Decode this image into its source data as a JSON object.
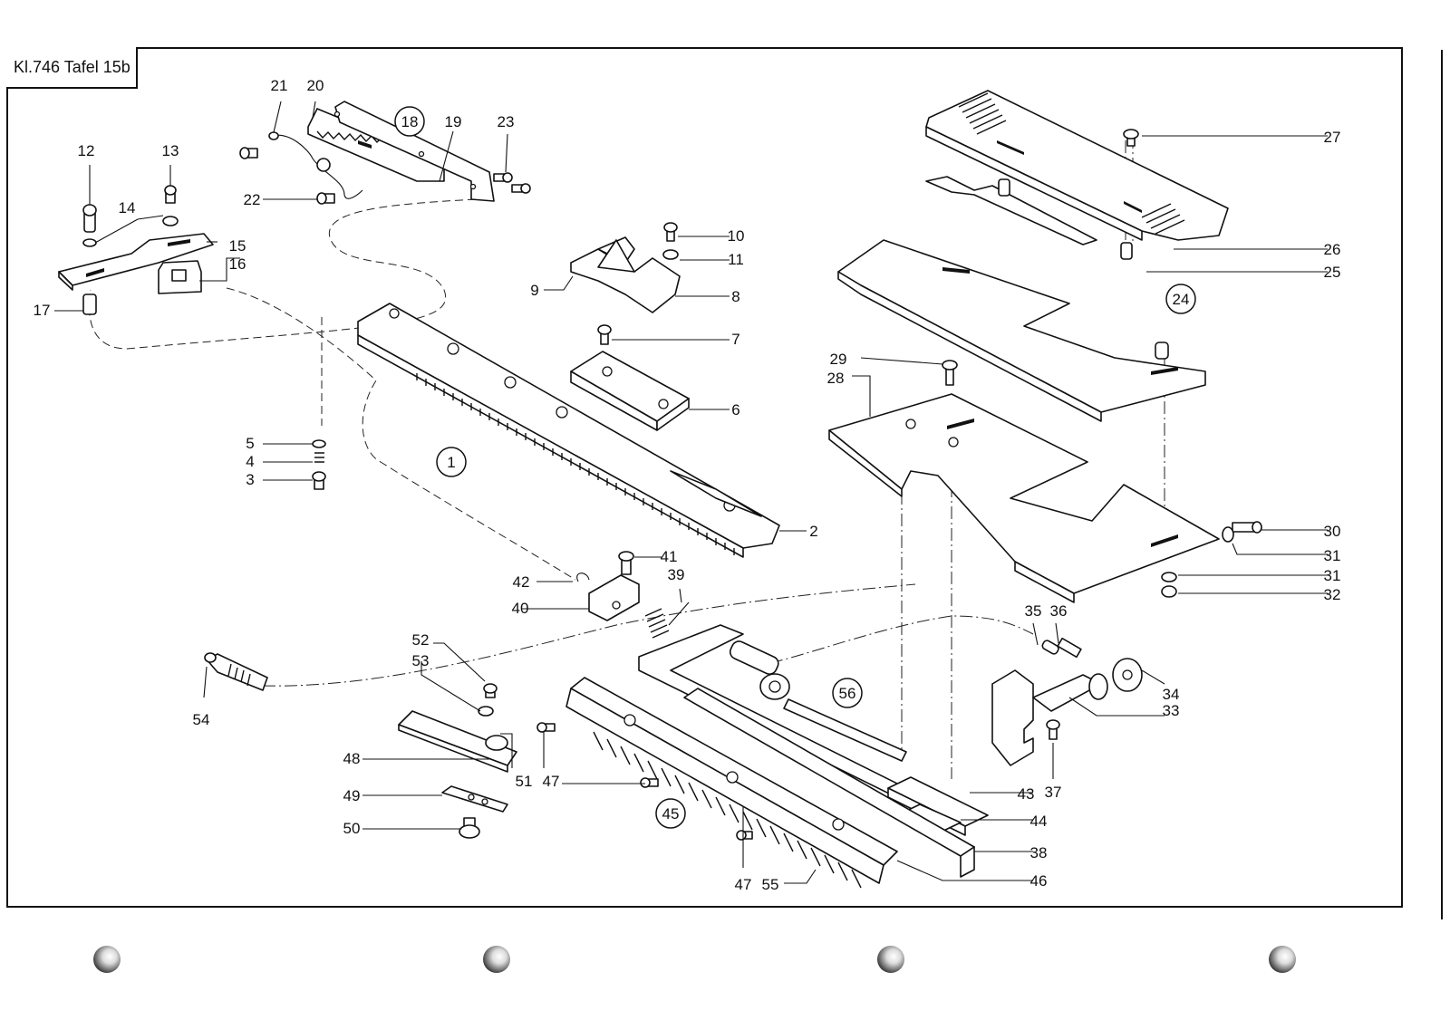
{
  "plate": {
    "title": "Kl.746 Tafel 15b"
  },
  "parts": [
    {
      "no": "1",
      "circled": true
    },
    {
      "no": "2"
    },
    {
      "no": "3"
    },
    {
      "no": "4"
    },
    {
      "no": "5"
    },
    {
      "no": "6"
    },
    {
      "no": "7"
    },
    {
      "no": "8"
    },
    {
      "no": "9"
    },
    {
      "no": "10"
    },
    {
      "no": "11"
    },
    {
      "no": "12"
    },
    {
      "no": "13"
    },
    {
      "no": "14"
    },
    {
      "no": "15"
    },
    {
      "no": "16"
    },
    {
      "no": "17"
    },
    {
      "no": "18",
      "circled": true
    },
    {
      "no": "19"
    },
    {
      "no": "20"
    },
    {
      "no": "21"
    },
    {
      "no": "22"
    },
    {
      "no": "23"
    },
    {
      "no": "24",
      "circled": true
    },
    {
      "no": "25"
    },
    {
      "no": "26"
    },
    {
      "no": "27"
    },
    {
      "no": "28"
    },
    {
      "no": "29"
    },
    {
      "no": "30"
    },
    {
      "no": "31"
    },
    {
      "no": "32"
    },
    {
      "no": "33"
    },
    {
      "no": "34"
    },
    {
      "no": "35"
    },
    {
      "no": "36"
    },
    {
      "no": "37"
    },
    {
      "no": "38"
    },
    {
      "no": "39"
    },
    {
      "no": "40"
    },
    {
      "no": "41"
    },
    {
      "no": "42"
    },
    {
      "no": "43"
    },
    {
      "no": "44"
    },
    {
      "no": "45",
      "circled": true
    },
    {
      "no": "46"
    },
    {
      "no": "47"
    },
    {
      "no": "48"
    },
    {
      "no": "49"
    },
    {
      "no": "50"
    },
    {
      "no": "51"
    },
    {
      "no": "52"
    },
    {
      "no": "53"
    },
    {
      "no": "54"
    },
    {
      "no": "55"
    },
    {
      "no": "56",
      "circled": true
    }
  ],
  "colors": {
    "ink": "#111111",
    "paper": "#ffffff"
  }
}
